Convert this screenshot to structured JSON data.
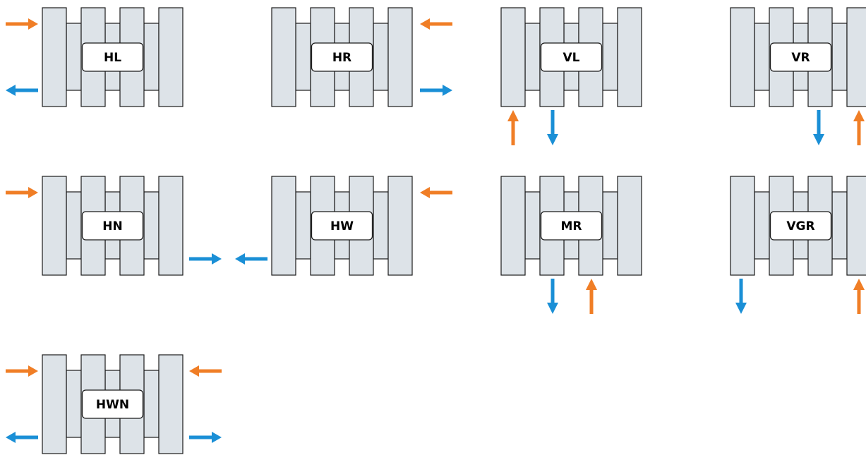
{
  "colors": {
    "supply_arrow": "#f07e26",
    "return_arrow": "#1a8fd6",
    "radiator_fill": "#dde3e8",
    "outline": "#1a1a1a"
  },
  "legend_semantics": {
    "orange": "supply-arrow-icon",
    "blue": "return-arrow-icon"
  },
  "radiators": [
    {
      "id": "hl",
      "label": "HL",
      "arrows": [
        {
          "color": "orange",
          "dir": "right"
        },
        {
          "color": "blue",
          "dir": "left"
        }
      ]
    },
    {
      "id": "hr",
      "label": "HR",
      "arrows": [
        {
          "color": "orange",
          "dir": "left"
        },
        {
          "color": "blue",
          "dir": "right"
        }
      ]
    },
    {
      "id": "vl",
      "label": "VL",
      "arrows": [
        {
          "color": "orange",
          "dir": "up"
        },
        {
          "color": "blue",
          "dir": "down"
        }
      ]
    },
    {
      "id": "vr",
      "label": "VR",
      "arrows": [
        {
          "color": "blue",
          "dir": "down"
        },
        {
          "color": "orange",
          "dir": "up"
        }
      ]
    },
    {
      "id": "hn",
      "label": "HN",
      "arrows": [
        {
          "color": "orange",
          "dir": "right"
        },
        {
          "color": "blue",
          "dir": "right"
        }
      ]
    },
    {
      "id": "hw",
      "label": "HW",
      "arrows": [
        {
          "color": "blue",
          "dir": "left"
        },
        {
          "color": "orange",
          "dir": "left"
        }
      ]
    },
    {
      "id": "mr",
      "label": "MR",
      "arrows": [
        {
          "color": "blue",
          "dir": "down"
        },
        {
          "color": "orange",
          "dir": "up"
        }
      ]
    },
    {
      "id": "vgr",
      "label": "VGR",
      "arrows": [
        {
          "color": "blue",
          "dir": "down"
        },
        {
          "color": "orange",
          "dir": "up"
        }
      ]
    },
    {
      "id": "hwn",
      "label": "HWN",
      "arrows": [
        {
          "color": "orange",
          "dir": "right"
        },
        {
          "color": "orange",
          "dir": "left"
        },
        {
          "color": "blue",
          "dir": "left"
        },
        {
          "color": "blue",
          "dir": "right"
        }
      ]
    }
  ]
}
